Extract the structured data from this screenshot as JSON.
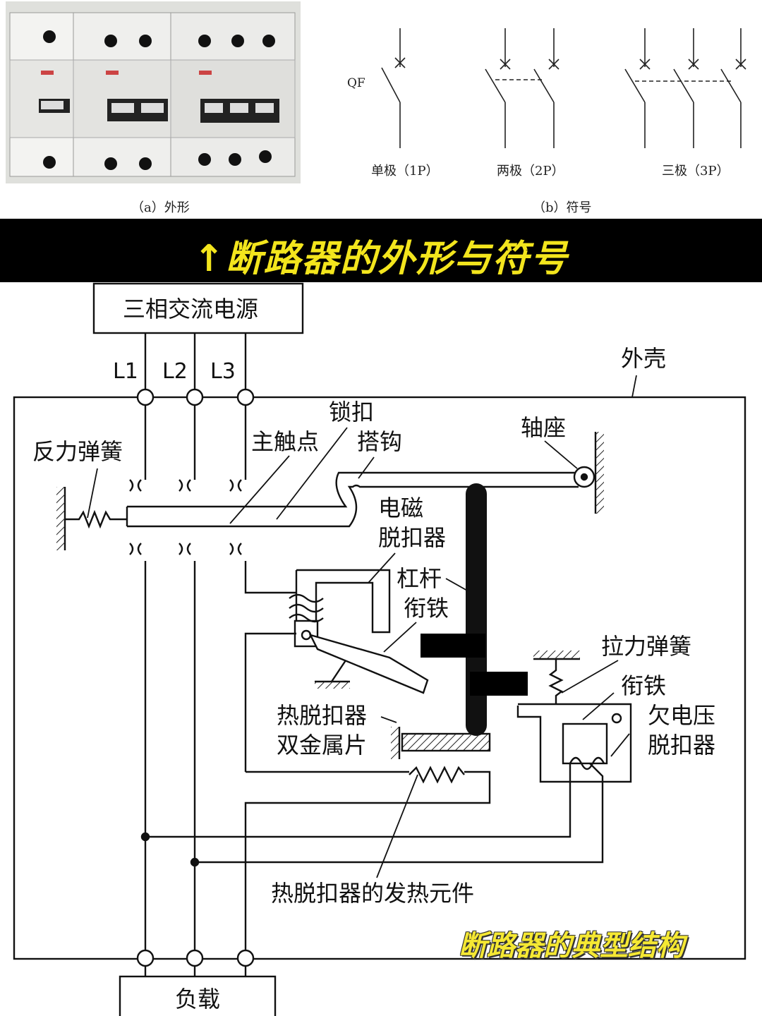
{
  "photo": {
    "caption": "（a）外形",
    "breakers": [
      "1P",
      "2P",
      "3P"
    ]
  },
  "symbols": {
    "caption": "（b）符号",
    "designator": "QF",
    "labels": [
      "单极（1P）",
      "两极（2P）",
      "三极（3P）"
    ]
  },
  "banner": {
    "title": "↑断路器的外形与符号"
  },
  "diagram": {
    "power_source": "三相交流电源",
    "load": "负载",
    "phases": [
      "L1",
      "L2",
      "L3"
    ],
    "labels": {
      "housing": "外壳",
      "lock": "锁扣",
      "main_contact": "主触点",
      "hook": "搭钩",
      "pivot": "轴座",
      "reaction_spring": "反力弹簧",
      "em_release": "电磁\n脱扣器",
      "lever": "杠杆",
      "armature": "衔铁",
      "tension_spring": "拉力弹簧",
      "armature2": "衔铁",
      "undervoltage_release": "欠电压\n脱扣器",
      "thermal_release": "热脱扣器\n双金属片",
      "heating_element": "热脱扣器的发热元件"
    },
    "watermark": "断路器的典型结构"
  },
  "colors": {
    "banner_bg": "#000000",
    "banner_text": "#f3e51d",
    "watermark": "#f5e833"
  }
}
